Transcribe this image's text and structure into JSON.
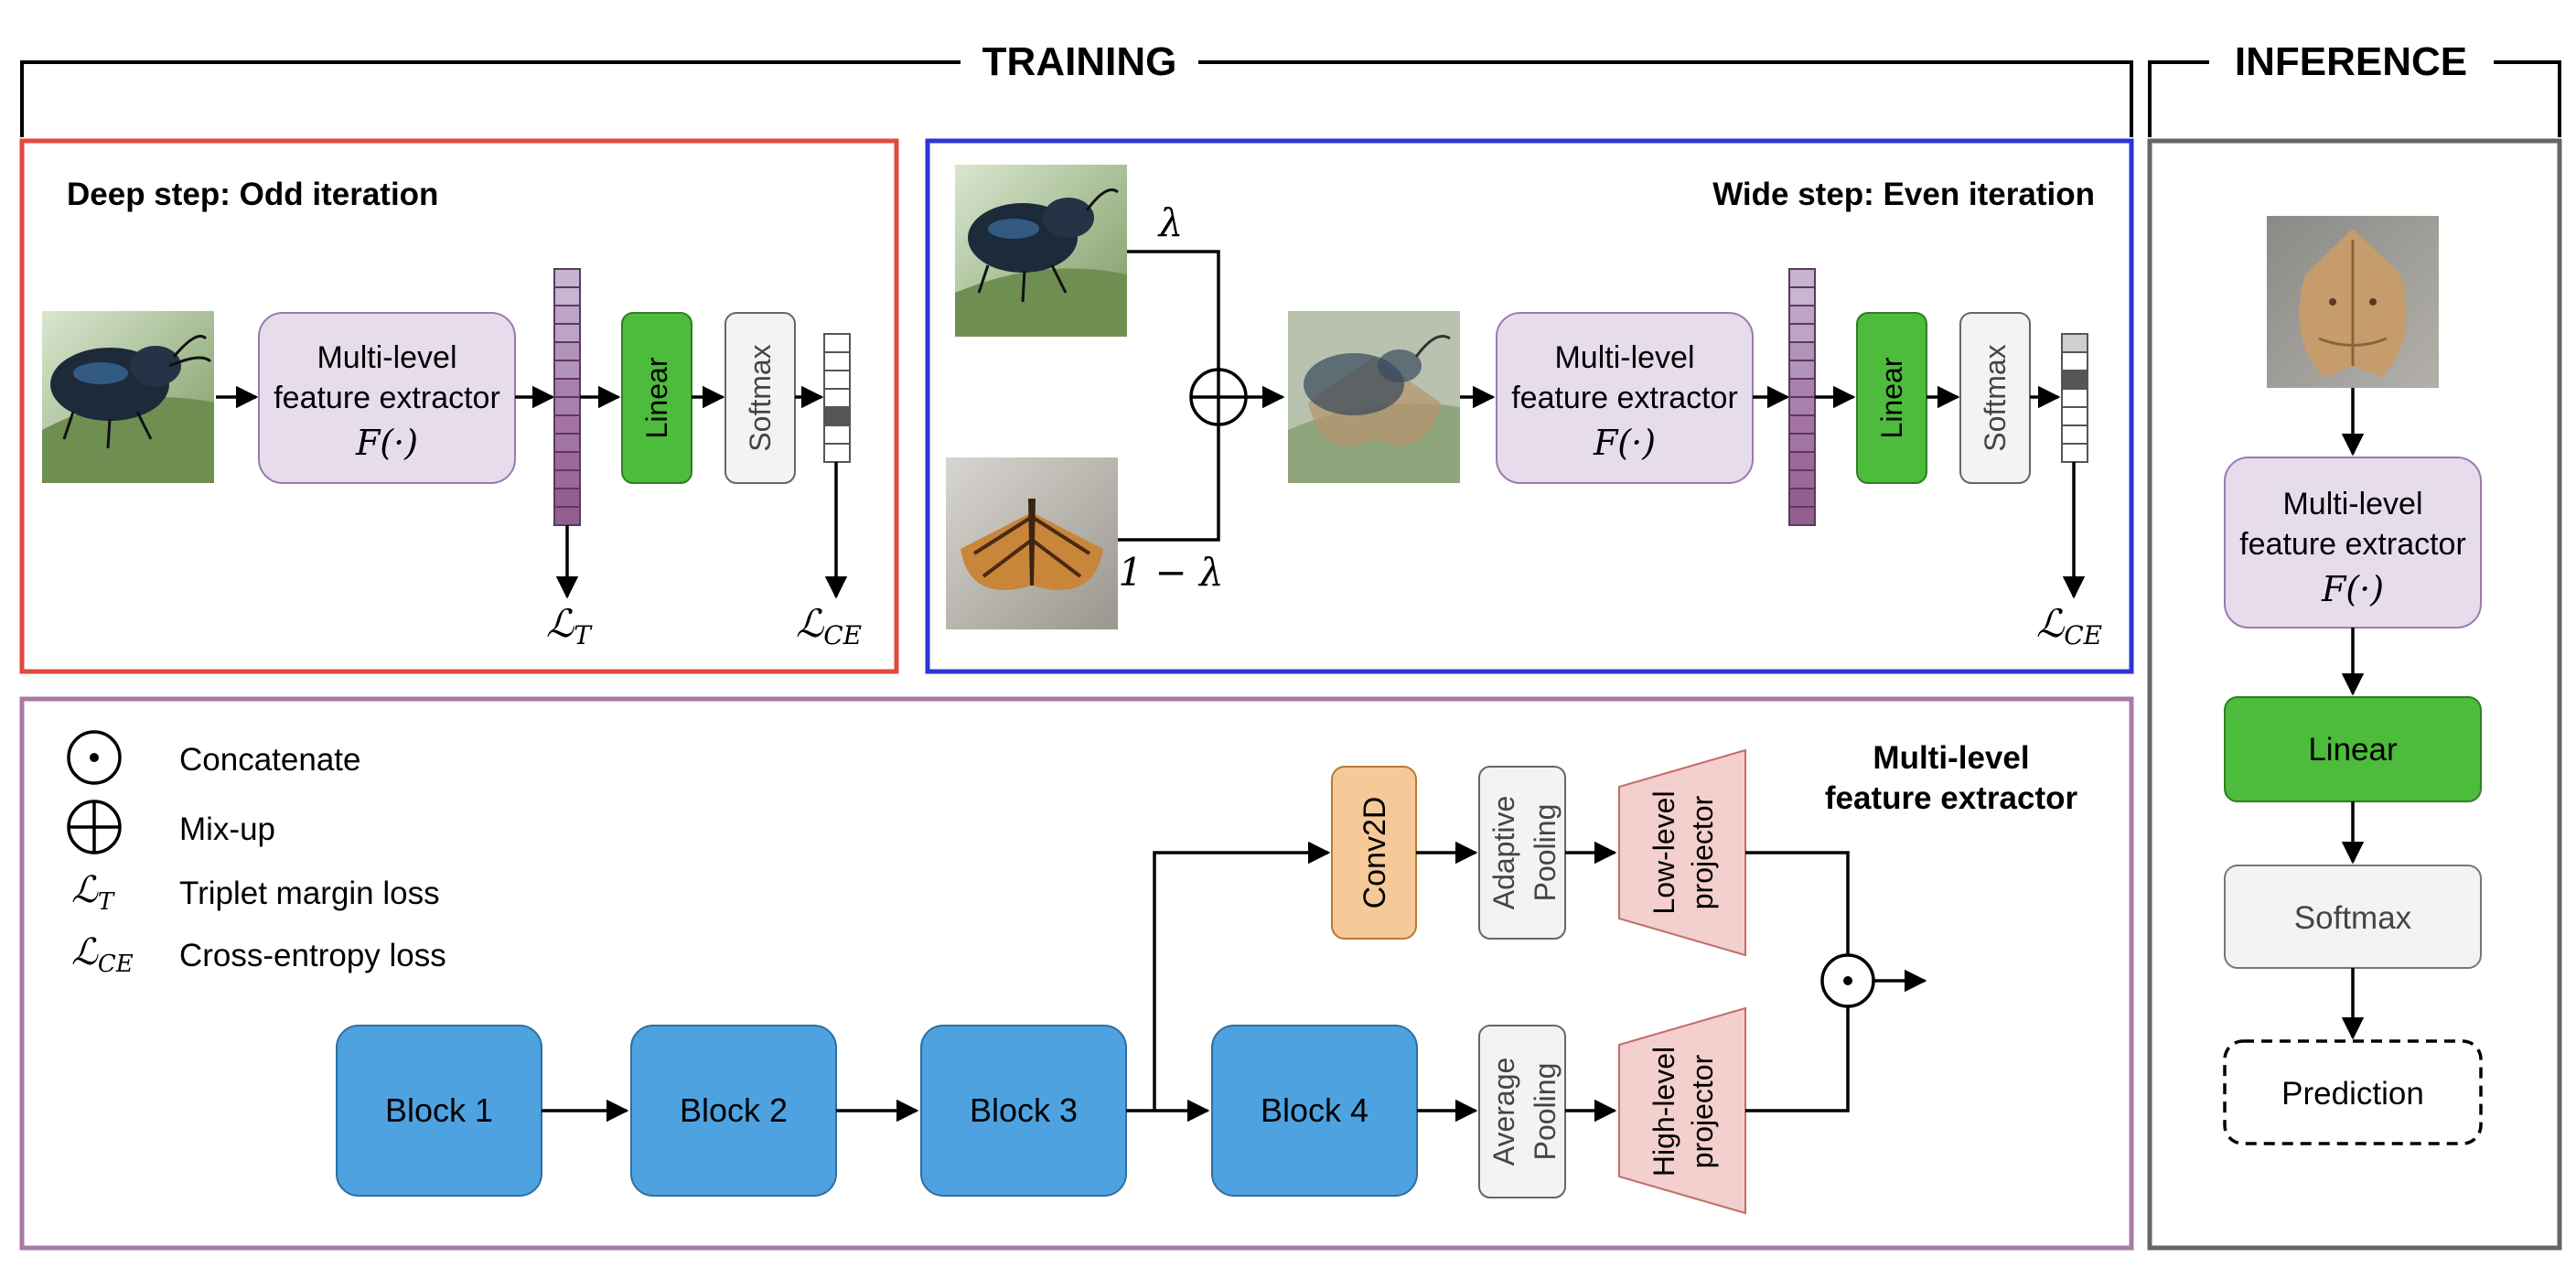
{
  "sections": {
    "training": "TRAINING",
    "inference": "INFERENCE"
  },
  "deep_step": {
    "title": "Deep step: Odd iteration",
    "extractor_line1": "Multi-level",
    "extractor_line2": "feature extractor",
    "extractor_fn": "F(·)",
    "linear": "Linear",
    "softmax": "Softmax",
    "loss_t": "ℒ",
    "loss_t_sub": "T",
    "loss_ce": "ℒ",
    "loss_ce_sub": "CE"
  },
  "wide_step": {
    "title": "Wide step: Even iteration",
    "lambda": "λ",
    "one_minus_lambda": "1 − λ",
    "extractor_line1": "Multi-level",
    "extractor_line2": "feature extractor",
    "extractor_fn": "F(·)",
    "linear": "Linear",
    "softmax": "Softmax",
    "loss_ce": "ℒ",
    "loss_ce_sub": "CE"
  },
  "legend": [
    {
      "symbol": "concatenate",
      "label": "Concatenate"
    },
    {
      "symbol": "mixup",
      "label": "Mix-up"
    },
    {
      "symbol": "ℒ",
      "sub": "T",
      "label": "Triplet margin loss"
    },
    {
      "symbol": "ℒ",
      "sub": "CE",
      "label": "Cross-entropy loss"
    }
  ],
  "extractor_detail": {
    "title_line1": "Multi-level",
    "title_line2": "feature extractor",
    "blocks": [
      "Block 1",
      "Block 2",
      "Block 3",
      "Block 4"
    ],
    "conv": "Conv2D",
    "adaptive_pooling": [
      "Adaptive",
      "Pooling"
    ],
    "average_pooling": [
      "Average",
      "Pooling"
    ],
    "low_projector": [
      "Low-level",
      "projector"
    ],
    "high_projector": [
      "High-level",
      "projector"
    ]
  },
  "inference": {
    "extractor_line1": "Multi-level",
    "extractor_line2": "feature extractor",
    "extractor_fn": "F(·)",
    "linear": "Linear",
    "softmax": "Softmax",
    "prediction": "Prediction"
  },
  "colors": {
    "deep_border": "#e2483d",
    "wide_border": "#2b35d6",
    "extractor_border": "#a87aa6",
    "inference_border": "#666666",
    "extractor_fill": "#e6dcec",
    "linear_fill": "#4dbb3b",
    "softmax_fill": "#f3f3f3",
    "block_fill": "#4ea2df",
    "conv_fill": "#f6c998",
    "projector_fill": "#f3cfcd",
    "feature_vector": "#a374a1"
  },
  "images": [
    {
      "icon": "beetle-photo"
    },
    {
      "icon": "beetle-photo"
    },
    {
      "icon": "moth-photo"
    },
    {
      "icon": "mixed-photo"
    },
    {
      "icon": "brown-moth-photo"
    }
  ]
}
